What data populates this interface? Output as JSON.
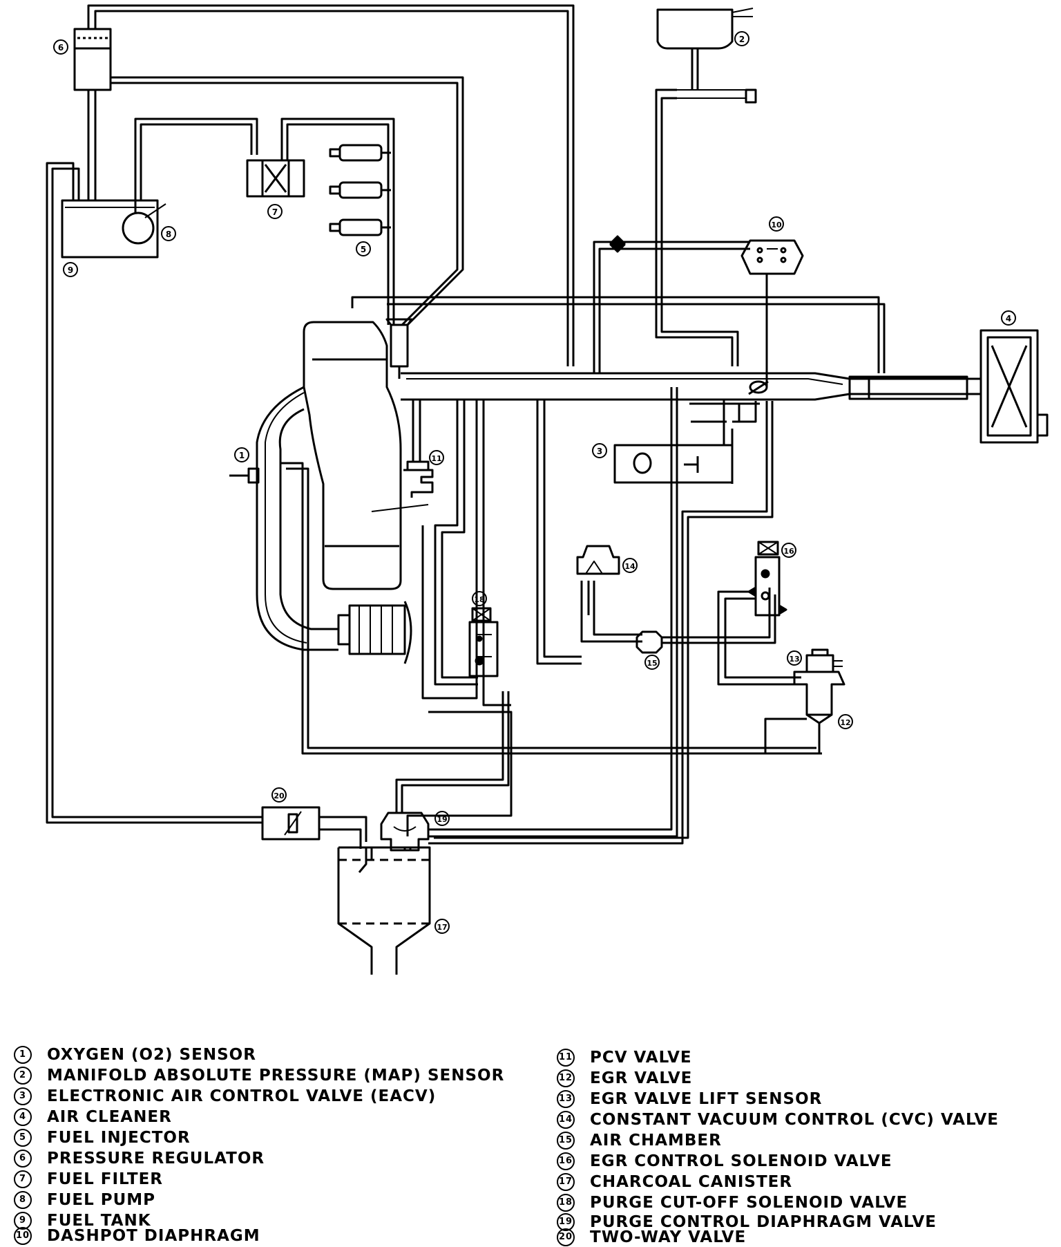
{
  "callouts": {
    "c1": "1",
    "c2": "2",
    "c3": "3",
    "c4": "4",
    "c5": "5",
    "c6": "6",
    "c7": "7",
    "c8": "8",
    "c9": "9",
    "c10": "10",
    "c11": "11",
    "c12": "12",
    "c13": "13",
    "c14": "14",
    "c15": "15",
    "c16": "16",
    "c17": "17",
    "c18": "18",
    "c19": "19",
    "c20": "20"
  },
  "legend": {
    "left": [
      {
        "num": "1",
        "label": "OXYGEN (O2) SENSOR"
      },
      {
        "num": "2",
        "label": "MANIFOLD ABSOLUTE PRESSURE (MAP) SENSOR"
      },
      {
        "num": "3",
        "label": "ELECTRONIC AIR CONTROL VALVE (EACV)"
      },
      {
        "num": "4",
        "label": "AIR CLEANER"
      },
      {
        "num": "5",
        "label": "FUEL INJECTOR"
      },
      {
        "num": "6",
        "label": "PRESSURE REGULATOR"
      },
      {
        "num": "7",
        "label": "FUEL FILTER"
      },
      {
        "num": "8",
        "label": "FUEL PUMP"
      },
      {
        "num": "9",
        "label": "FUEL TANK"
      },
      {
        "num": "10",
        "label": "DASHPOT DIAPHRAGM"
      }
    ],
    "right": [
      {
        "num": "11",
        "label": "PCV VALVE"
      },
      {
        "num": "12",
        "label": "EGR VALVE"
      },
      {
        "num": "13",
        "label": "EGR VALVE LIFT SENSOR"
      },
      {
        "num": "14",
        "label": "CONSTANT VACUUM CONTROL (CVC) VALVE"
      },
      {
        "num": "15",
        "label": "AIR CHAMBER"
      },
      {
        "num": "16",
        "label": "EGR CONTROL SOLENOID VALVE"
      },
      {
        "num": "17",
        "label": "CHARCOAL CANISTER"
      },
      {
        "num": "18",
        "label": "PURGE CUT-OFF SOLENOID VALVE"
      },
      {
        "num": "19",
        "label": "PURGE CONTROL DIAPHRAGM VALVE"
      },
      {
        "num": "20",
        "label": "TWO-WAY VALVE"
      }
    ]
  }
}
